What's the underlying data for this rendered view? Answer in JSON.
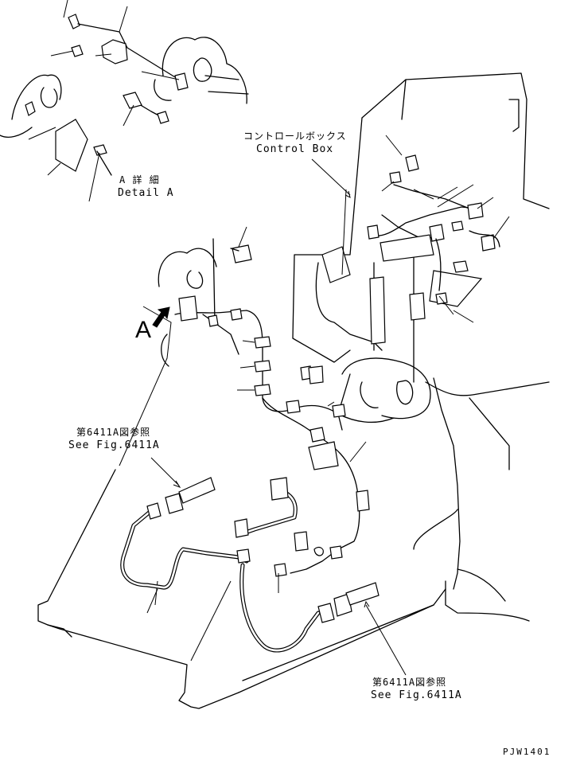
{
  "labels": {
    "control_box_jp": "コントロールボックス",
    "control_box_en": "Control Box",
    "detail_jp": "A 詳 細",
    "detail_en": "Detail A",
    "view_marker": "A",
    "see_fig_upper_jp": "第6411A図参照",
    "see_fig_upper_en": "See Fig.6411A",
    "see_fig_lower_jp": "第6411A図参照",
    "see_fig_lower_en": "See Fig.6411A",
    "drawing_id": "PJW1401"
  }
}
